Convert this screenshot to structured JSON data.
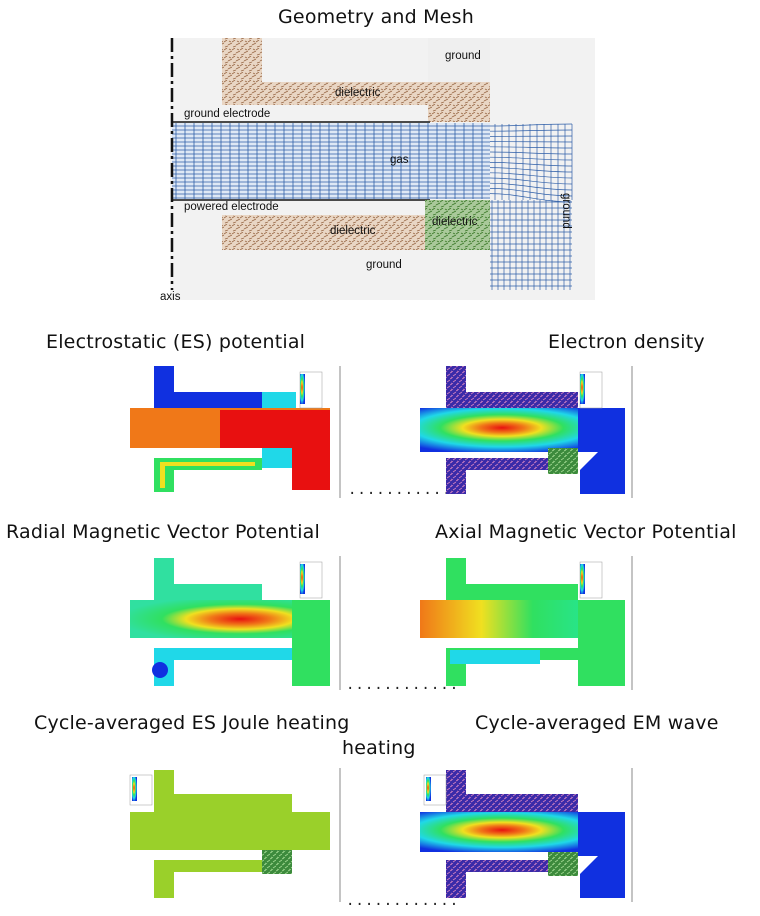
{
  "main": {
    "title": "Geometry and Mesh",
    "labels": {
      "ground_top": "ground",
      "dielectric_top": "dielectric",
      "ground_electrode": "ground electrode",
      "gas": "gas",
      "powered_electrode": "powered electrode",
      "dielectric_bottom": "dielectric",
      "dielectric_right": "dielectric",
      "ground_bottom": "ground",
      "ground_side": "ground",
      "axis": "axis"
    }
  },
  "panels": [
    {
      "title": "Electrostatic (ES) potential"
    },
    {
      "title": "Electron density"
    },
    {
      "title": "Radial Magnetic Vector Potential"
    },
    {
      "title": "Axial Magnetic Vector Potential"
    },
    {
      "title": "Cycle-averaged ES Joule heating"
    },
    {
      "title": "Cycle-averaged EM wave"
    }
  ],
  "extra_caption": "heating",
  "dots": "............",
  "colors": {
    "dielectric": "#c9a589",
    "dielectric_green": "#5f9a48",
    "mesh": "#2f5fa8",
    "field_blue": "#1030e0",
    "field_cyan": "#20d8e8",
    "field_green": "#30e060",
    "field_yellow": "#f0e020",
    "field_orange": "#f07818",
    "field_red": "#e81010",
    "heating_green": "#9ad02a"
  }
}
